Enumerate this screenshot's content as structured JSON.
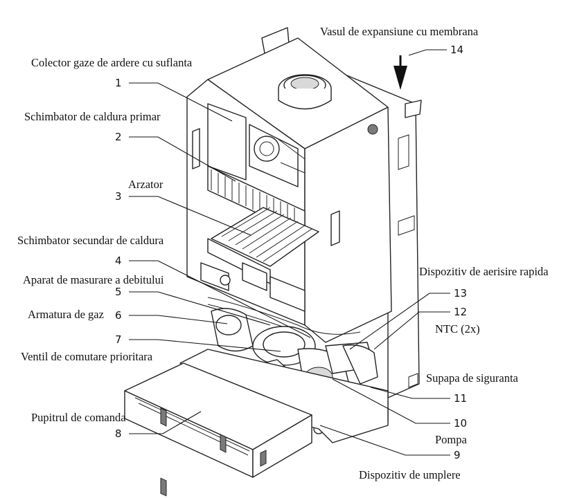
{
  "labels": {
    "l1": "Colector gaze de ardere cu suflanta",
    "l2": "Schimbator de caldura primar",
    "l3": "Arzator",
    "l4": "Schimbator secundar de caldura",
    "l5": "Aparat de masurare a debitului",
    "l6": "Armatura de gaz",
    "l7": "Ventil de comutare prioritara",
    "l8": "Pupitrul de comanda",
    "l9": "Dispozitiv de umplere",
    "l10": "Pompa",
    "l11": "Supapa de siguranta",
    "l12": "NTC (2x)",
    "l13": "Dispozitiv de aerisire rapida",
    "l14": "Vasul de expansiune cu membrana"
  },
  "numbers": {
    "n1": "1",
    "n2": "2",
    "n3": "3",
    "n4": "4",
    "n5": "5",
    "n6": "6",
    "n7": "7",
    "n8": "8",
    "n9": "9",
    "n10": "10",
    "n11": "11",
    "n12": "12",
    "n13": "13",
    "n14": "14"
  }
}
